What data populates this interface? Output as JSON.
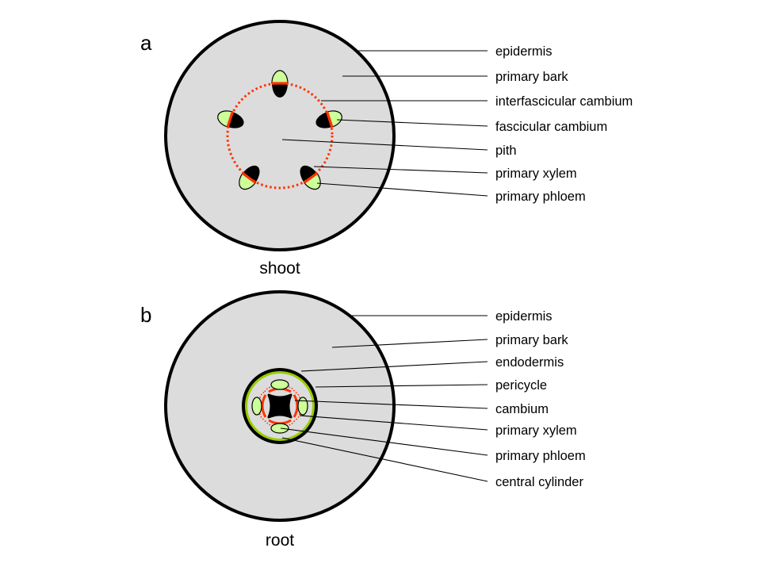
{
  "colors": {
    "tissue": "#dcdcdc",
    "outline": "#000000",
    "phloem": "#ccff99",
    "cambium": "#ff3300",
    "endodermis_ring": "#99cc00",
    "xylem": "#000000"
  },
  "panels": [
    {
      "id": "a",
      "letter": "a",
      "caption": "shoot",
      "labels": [
        "epidermis",
        "primary bark",
        "interfascicular cambium",
        "fascicular cambium",
        "pith",
        "primary xylem",
        "primary phloem"
      ],
      "vascular_bundle_count": 5
    },
    {
      "id": "b",
      "letter": "b",
      "caption": "root",
      "labels": [
        "epidermis",
        "primary bark",
        "endodermis",
        "pericycle",
        "cambium",
        "primary xylem",
        "primary phloem",
        "central cylinder"
      ],
      "phloem_strand_count": 4,
      "xylem_arms": 4
    }
  ]
}
